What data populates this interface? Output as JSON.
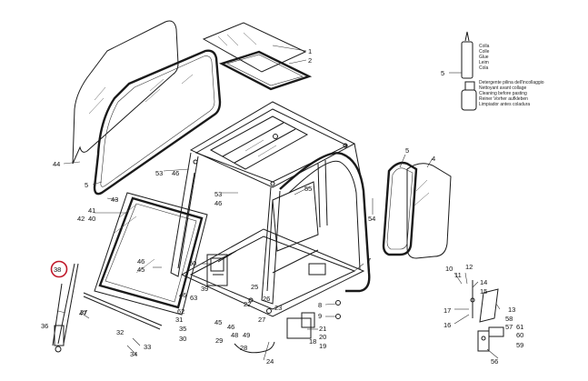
{
  "labels": {
    "l1": "1",
    "l2": "2",
    "l4": "4",
    "l5a": "5",
    "l5b": "5",
    "l5c": "5",
    "l7": "7",
    "l8": "8",
    "l9": "9",
    "l10": "10",
    "l11": "11",
    "l12": "12",
    "l13": "13",
    "l14": "14",
    "l15": "15",
    "l16": "16",
    "l17": "17",
    "l18": "18",
    "l19": "19",
    "l20": "20",
    "l21": "21",
    "l22": "22",
    "l23": "23",
    "l24": "24",
    "l25": "25",
    "l26": "26",
    "l27": "27",
    "l28": "28",
    "l29": "29",
    "l30": "30",
    "l31": "31",
    "l32": "32",
    "l33": "33",
    "l34": "34",
    "l35": "35",
    "l36": "36",
    "l37": "37",
    "l38": "38",
    "l39": "39",
    "l40": "40",
    "l41": "41",
    "l42": "42",
    "l43": "43",
    "l44": "44",
    "l45a": "45",
    "l45b": "45",
    "l46a": "46",
    "l46b": "46",
    "l46c": "46",
    "l46d": "46",
    "l46e": "46",
    "l47": "47",
    "l48": "48",
    "l49": "49",
    "l50": "50",
    "l53a": "53",
    "l53b": "53",
    "l54": "54",
    "l55": "55",
    "l56": "56",
    "l57": "57",
    "l58": "58",
    "l59": "59",
    "l60": "60",
    "l61": "61",
    "l62": "62",
    "l63": "63"
  },
  "glue_legend": [
    "Colla",
    "Colle",
    "Glue",
    "Leim",
    "Cola"
  ],
  "cleaner_legend": [
    "Detergente pilina dell'incollaggio",
    "Nettoyant avant collage",
    "Cleaning before pasting",
    "Reiner Vorher aufkleben",
    "Limpiador antes coladura"
  ],
  "highlight": {
    "label": "38",
    "color": "#c0182a"
  }
}
